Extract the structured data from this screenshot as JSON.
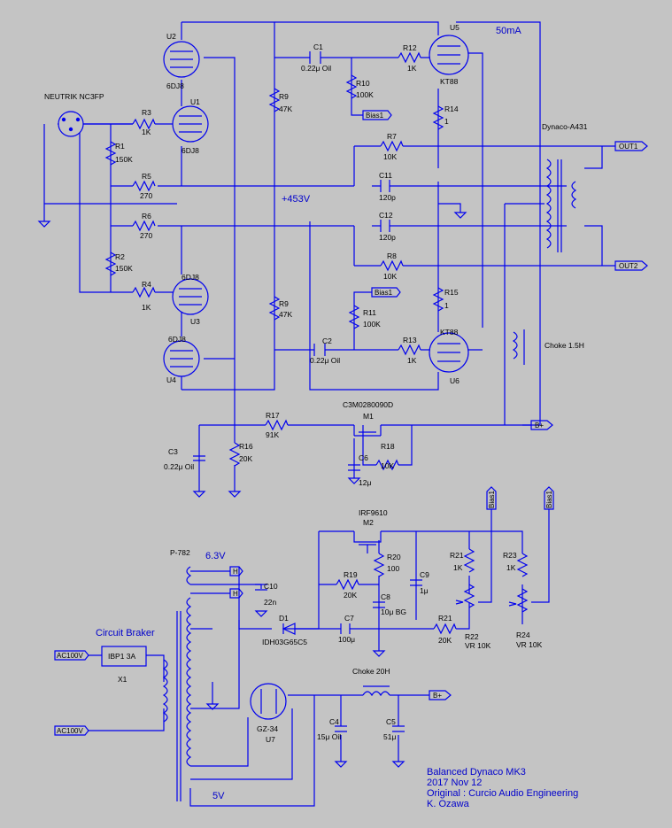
{
  "title_block": {
    "line1": "Balanced Dynaco MK3",
    "line2": "2017 Nov 12",
    "line3": "Original : Curcio Audio Engineering",
    "line4": "K. Ozawa"
  },
  "notes": {
    "current": "50mA",
    "supply": "+453V",
    "heater1": "6.3V",
    "heater2": "5V",
    "breaker": "Circuit Braker"
  },
  "connector": {
    "name": "NEUTRIK NC3FP"
  },
  "tubes": [
    {
      "ref": "U2",
      "type": "6DJ8"
    },
    {
      "ref": "U1",
      "type": "6DJ8"
    },
    {
      "ref": "U3",
      "type": "6DJ8"
    },
    {
      "ref": "U4",
      "type": "6DJ8"
    },
    {
      "ref": "U5",
      "type": "KT88"
    },
    {
      "ref": "U6",
      "type": "KT88"
    },
    {
      "ref": "U7",
      "type": "GZ-34"
    }
  ],
  "resistors": [
    {
      "ref": "R1",
      "value": "150K"
    },
    {
      "ref": "R2",
      "value": "150K"
    },
    {
      "ref": "R3",
      "value": "1K"
    },
    {
      "ref": "R4",
      "value": "1K"
    },
    {
      "ref": "R5",
      "value": "270"
    },
    {
      "ref": "R6",
      "value": "270"
    },
    {
      "ref": "R7",
      "value": "10K"
    },
    {
      "ref": "R8",
      "value": "10K"
    },
    {
      "ref": "R9a",
      "label": "R9",
      "value": "47K"
    },
    {
      "ref": "R9b",
      "label": "R9",
      "value": "47K"
    },
    {
      "ref": "R10",
      "value": "100K"
    },
    {
      "ref": "R11",
      "value": "100K"
    },
    {
      "ref": "R12",
      "value": "1K"
    },
    {
      "ref": "R13",
      "value": "1K"
    },
    {
      "ref": "R14",
      "value": "1"
    },
    {
      "ref": "R15",
      "value": "1"
    },
    {
      "ref": "R16",
      "value": "20K"
    },
    {
      "ref": "R17",
      "value": "91K"
    },
    {
      "ref": "R18",
      "value": "10K"
    },
    {
      "ref": "R19",
      "value": "20K"
    },
    {
      "ref": "R20",
      "value": "100"
    },
    {
      "ref": "R21a",
      "label": "R21",
      "value": "1K"
    },
    {
      "ref": "R21b",
      "label": "R21",
      "value": "20K"
    },
    {
      "ref": "R22",
      "value": "VR 10K"
    },
    {
      "ref": "R23",
      "value": "1K"
    },
    {
      "ref": "R24",
      "value": "VR 10K"
    }
  ],
  "capacitors": [
    {
      "ref": "C1",
      "value": "0.22μ Oil"
    },
    {
      "ref": "C2",
      "value": "0.22μ Oil"
    },
    {
      "ref": "C3",
      "value": "0.22μ Oil"
    },
    {
      "ref": "C4",
      "value": "15μ Oil"
    },
    {
      "ref": "C5",
      "value": "51μ"
    },
    {
      "ref": "C6",
      "value": "12μ"
    },
    {
      "ref": "C7",
      "value": "100μ"
    },
    {
      "ref": "C8",
      "value": "10μ BG"
    },
    {
      "ref": "C9",
      "value": "1μ"
    },
    {
      "ref": "C10",
      "value": "22n"
    },
    {
      "ref": "C11",
      "value": "120p"
    },
    {
      "ref": "C12",
      "value": "120p"
    }
  ],
  "semis": {
    "m1_ref": "M1",
    "m1_part": "C3M0280090D",
    "m2_ref": "M2",
    "m2_part": "IRF9610",
    "d1_ref": "D1",
    "d1_part": "IDH03G65C5"
  },
  "magnetics": {
    "output_tx": "Dynaco-A431",
    "choke1": "Choke 1.5H",
    "choke2": "Choke 20H",
    "power_tx": "P-782",
    "breaker_part": "IBP1 3A",
    "breaker_ref": "X1"
  },
  "net_labels": {
    "out1": "OUT1",
    "out2": "OUT2",
    "bplus": "B+",
    "bias1": "Bias1",
    "ac1": "AC100V",
    "ac2": "AC100V",
    "heater": "H"
  }
}
